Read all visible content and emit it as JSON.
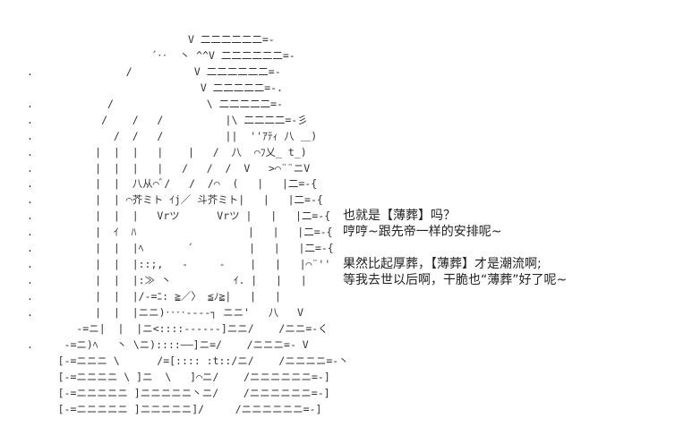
{
  "art_lines": [
    "                          V 二二二二二二=-",
    "                    ´‥  丶 ^^V 二二二二二二=-",
    ".               /          V 二二二二二二=-",
    "                            V 二二二二二=-.",
    ".            /               \\ 二二二二二=-",
    ".           /    /   /          |\\ 二二二二=-彡",
    ".             /  /   /          ||  ''ｱﾃｨ 八 ＿)",
    ".          |  |  |   |    |   /  八  ⌒ﾌ乂_ t_)",
    ".          |  |  |   |   /   /  /  V   >⌒¨¨ニV",
    ".          |  |  八从⌒ﾞ/   /  /⌒  (   |   |二=-{",
    ".          |  | ⌒芥ミト ｲj／ 斗芥ミト|   |   |二=-{",
    ".          |  |  |   Vrツ      Vrツ |   |   |二=-{",
    ".          |  ｲ  ﾊ                  |   |   |二=-{",
    ".          |  |  |ﾍ       ´         |   |   |二=-{",
    ".          |  |  |::;,   ‐     ‐    |   |   |⌒¨''",
    ".          |  |  |:≫ 丶          ｲ. |   |   |",
    ".          |  |  |/-=ﾆ: ≧／〉 ≦ﾉ≧|   |   |",
    ".          |  |  |ニニ)‥‥----┐ ニニ'   八   V",
    "        -=ニ|  |  |ニ<::::------]ニニ/    /ニニ=-く",
    ".     -=ニ)ﾍ   丶 \\ニ)::::――]ニ=/    /ニニニ=- V",
    "     [-=ニニニ \\      /=[:::: :t::/ニ/    /ニニニニ=-丶",
    "     [-=ニニニニ \\ ]ニ  \\   ]⌒ニ/    /ニニニニニニ=-]",
    "     [-=ニニニニニ ]ニニニニニ丶ニ/    /ニニニニニニ=-]",
    "     [-=ニニニニニ ]ニニニニニ]/     /ニニニニニニ=-]"
  ],
  "dialogue": [
    "也就是【薄葬】吗？",
    "哼哼~跟先帝一样的安排呢~",
    "果然比起厚葬，【薄葬】才是潮流啊;",
    "等我去世以后啊，干脆也“薄葬”好了呢~"
  ]
}
